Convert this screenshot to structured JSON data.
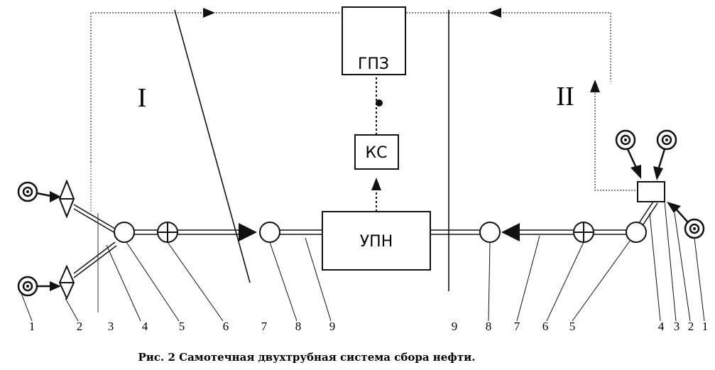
{
  "blocks": {
    "gpz": "ГПЗ",
    "ks": "КС",
    "upn": "УПН"
  },
  "zones": {
    "left": "I",
    "right": "II"
  },
  "labels_left": [
    "1",
    "2",
    "3",
    "4",
    "5",
    "6",
    "7",
    "8",
    "9"
  ],
  "labels_right": [
    "9",
    "8",
    "7",
    "6",
    "5",
    "4",
    "3",
    "2",
    "1"
  ],
  "caption": "Рис. 2  Самотечная  двухтрубная  система  сбора  нефти."
}
